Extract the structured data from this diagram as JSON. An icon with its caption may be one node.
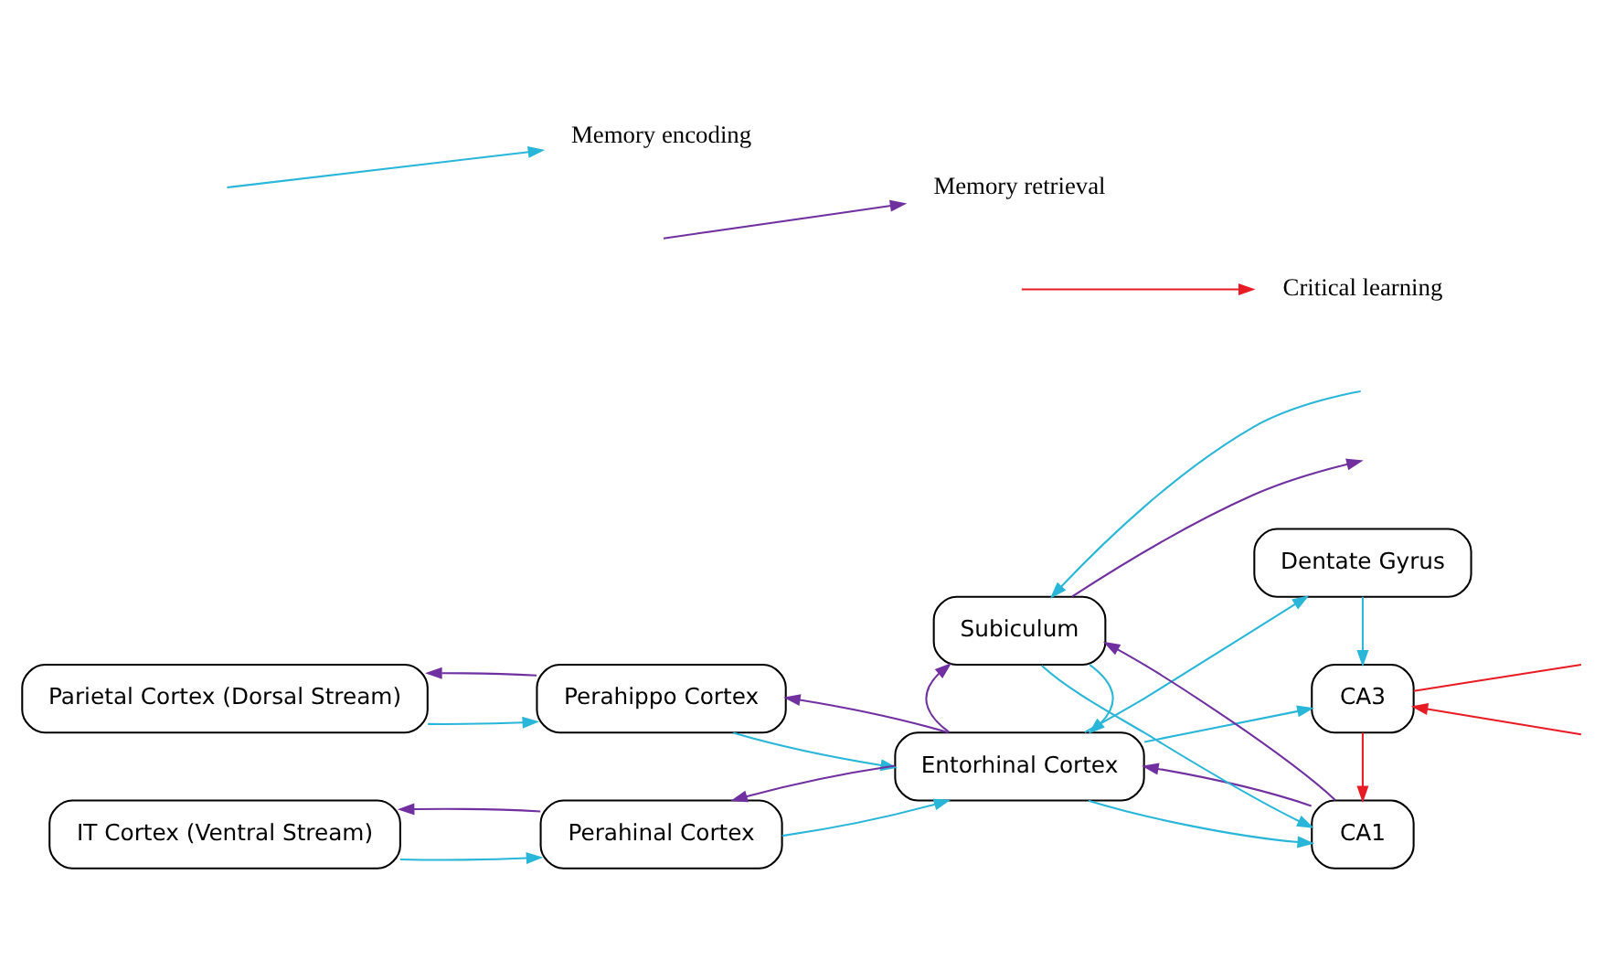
{
  "diagram": {
    "nodes": [
      {
        "text": [
          "Parietal Cortex (Dorsal Stream)"
        ]
      },
      {
        "text": [
          "Perahippo Cortex"
        ]
      },
      {
        "text": [
          "Perahinal Cortex"
        ]
      },
      {
        "text": [
          "IT Cortex (Ventral Stream)"
        ]
      },
      {
        "text": [
          "Entorhinal Cortex"
        ]
      },
      {
        "text": [
          "Dentate Gyrus"
        ]
      },
      {
        "text": [
          "CA3"
        ]
      },
      {
        "text": [
          "CA1"
        ]
      },
      {
        "text": [
          "Subiculum"
        ]
      }
    ],
    "edges": [
      {
        "from": 0,
        "to": 1,
        "arrow": "to"
      },
      {
        "from": 1,
        "to": 0,
        "arrow": "to",
        "color": "#7030a0"
      },
      {
        "from": 1,
        "to": 4,
        "arrow": "to"
      },
      {
        "from": 4,
        "to": 1,
        "arrow": "to",
        "color": "#7030a0"
      },
      {
        "from": 3,
        "to": 2,
        "arrow": "to"
      },
      {
        "from": 2,
        "to": 3,
        "arrow": "to",
        "color": "#7030a0"
      },
      {
        "from": 2,
        "to": 4,
        "arrow": "to"
      },
      {
        "from": 4,
        "to": 2,
        "arrow": "to",
        "color": "#7030a0"
      },
      {
        "from": 4,
        "to": 5,
        "arrow": "to"
      },
      {
        "from": 4,
        "to": 6,
        "arrow": "to"
      },
      {
        "from": 5,
        "to": 6,
        "arrow": "to"
      },
      {
        "from": 4,
        "to": 7,
        "arrow": "to"
      },
      {
        "from": 7,
        "to": 4,
        "arrow": "to",
        "color": "#7030a0"
      },
      {
        "from": 6,
        "to": null,
        "arrow": "none",
        "color": "#e81c24"
      },
      {
        "from": null,
        "to": 6,
        "arrow": "to",
        "color": "#e81c24"
      },
      {
        "from": 6,
        "to": 7,
        "arrow": "to",
        "color": "#e81c24"
      },
      {
        "from": 8,
        "to": 4,
        "arrow": "to"
      },
      {
        "from": 4,
        "to": 8,
        "arrow": "to",
        "color": "#7030a0"
      },
      {
        "from": 7,
        "to": 8,
        "arrow": "to",
        "color": "#7030a0"
      },
      {
        "from": 8,
        "to": 7,
        "arrow": "to"
      },
      {
        "from": null,
        "to": 8,
        "arrow": "to"
      },
      {
        "from": 8,
        "to": null,
        "arrow": "to",
        "color": "#7030a0"
      }
    ],
    "legend": [
      {
        "text": "Memory encoding"
      },
      {
        "text": "Memory retrieval"
      },
      {
        "text": "Critical learning"
      }
    ]
  }
}
